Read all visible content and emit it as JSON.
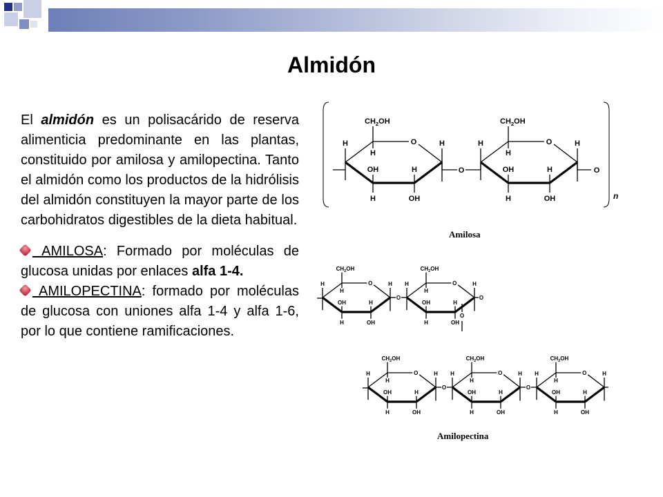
{
  "slide": {
    "title": "Almidón",
    "intro": {
      "t1": "El ",
      "t2": "almidón",
      "t3": " es un polisacárido de reserva alimenticia predominante en las plantas, constituido por amilosa y amilopectina. Tanto el almidón como los productos de la hidrólisis del almidón constituyen la mayor parte de los carbohidratos digestibles de la dieta habitual."
    },
    "amilosa_item": {
      "term": " AMILOSA",
      "colon": ":",
      "text": " Formado por moléculas de glucosa unidas por enlaces ",
      "bold": "alfa 1-4."
    },
    "amilopectina_item": {
      "term": " AMILOPECTINA",
      "colon": ":",
      "text": " formado por moléculas de glucosa con uniones alfa 1-4 y alfa 1-6, por lo que contiene ramificaciones."
    },
    "bullet_icon": "flower-bullet-icon",
    "captions": {
      "amilosa": "Amilosa",
      "amilopectina": "Amilopectina"
    },
    "chem": {
      "ch2oh": "CH2OH",
      "o": "O",
      "h": "H",
      "oh": "OH",
      "n": "n"
    }
  }
}
